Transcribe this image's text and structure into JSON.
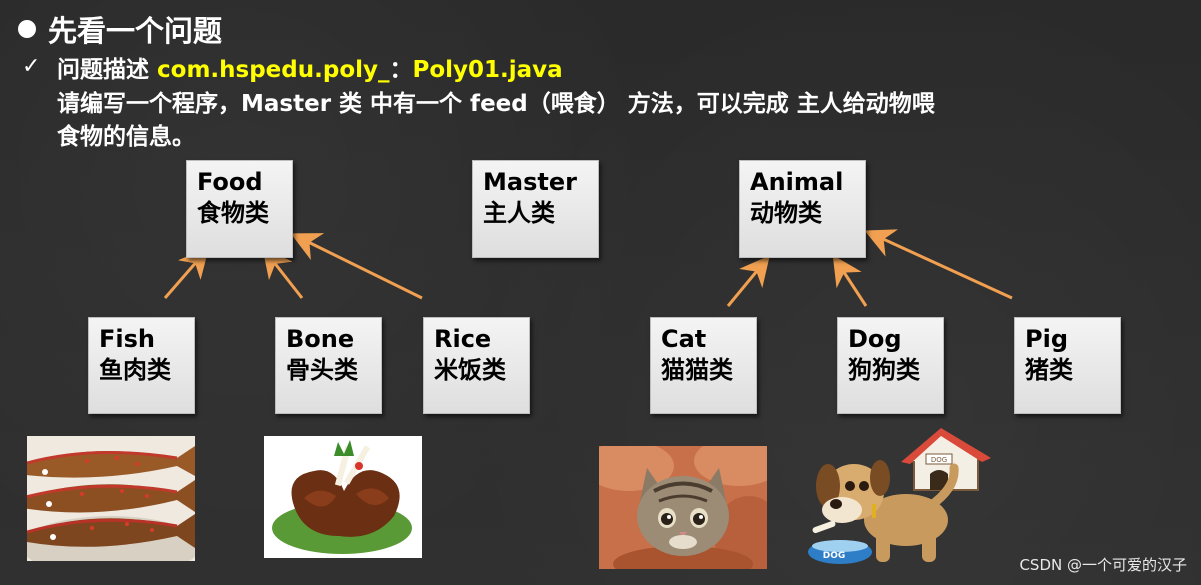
{
  "heading": "先看一个问题",
  "line1": {
    "label": "问题描述 ",
    "package": "com.hspedu.poly_",
    "sep": "：",
    "file": "Poly01.java"
  },
  "line2": "请编写一个程序，Master 类 中有一个 feed（喂食） 方法，可以完成 主人给动物喂",
  "line3": "食物的信息。",
  "boxes": {
    "food": {
      "en": "Food",
      "zh": "食物类"
    },
    "master": {
      "en": "Master",
      "zh": "主人类"
    },
    "animal": {
      "en": "Animal",
      "zh": "动物类"
    },
    "fish": {
      "en": "Fish",
      "zh": "鱼肉类"
    },
    "bone": {
      "en": "Bone",
      "zh": "骨头类"
    },
    "rice": {
      "en": "Rice",
      "zh": "米饭类"
    },
    "cat": {
      "en": "Cat",
      "zh": "猫猫类"
    },
    "dog": {
      "en": "Dog",
      "zh": "狗狗类"
    },
    "pig": {
      "en": "Pig",
      "zh": "猪类"
    }
  },
  "dog_sign": "DOG",
  "dog_bowl": "DOG",
  "watermark": "CSDN @一个可爱的汉子",
  "colors": {
    "arrow": "#f0a050",
    "highlight": "#ffff00"
  }
}
